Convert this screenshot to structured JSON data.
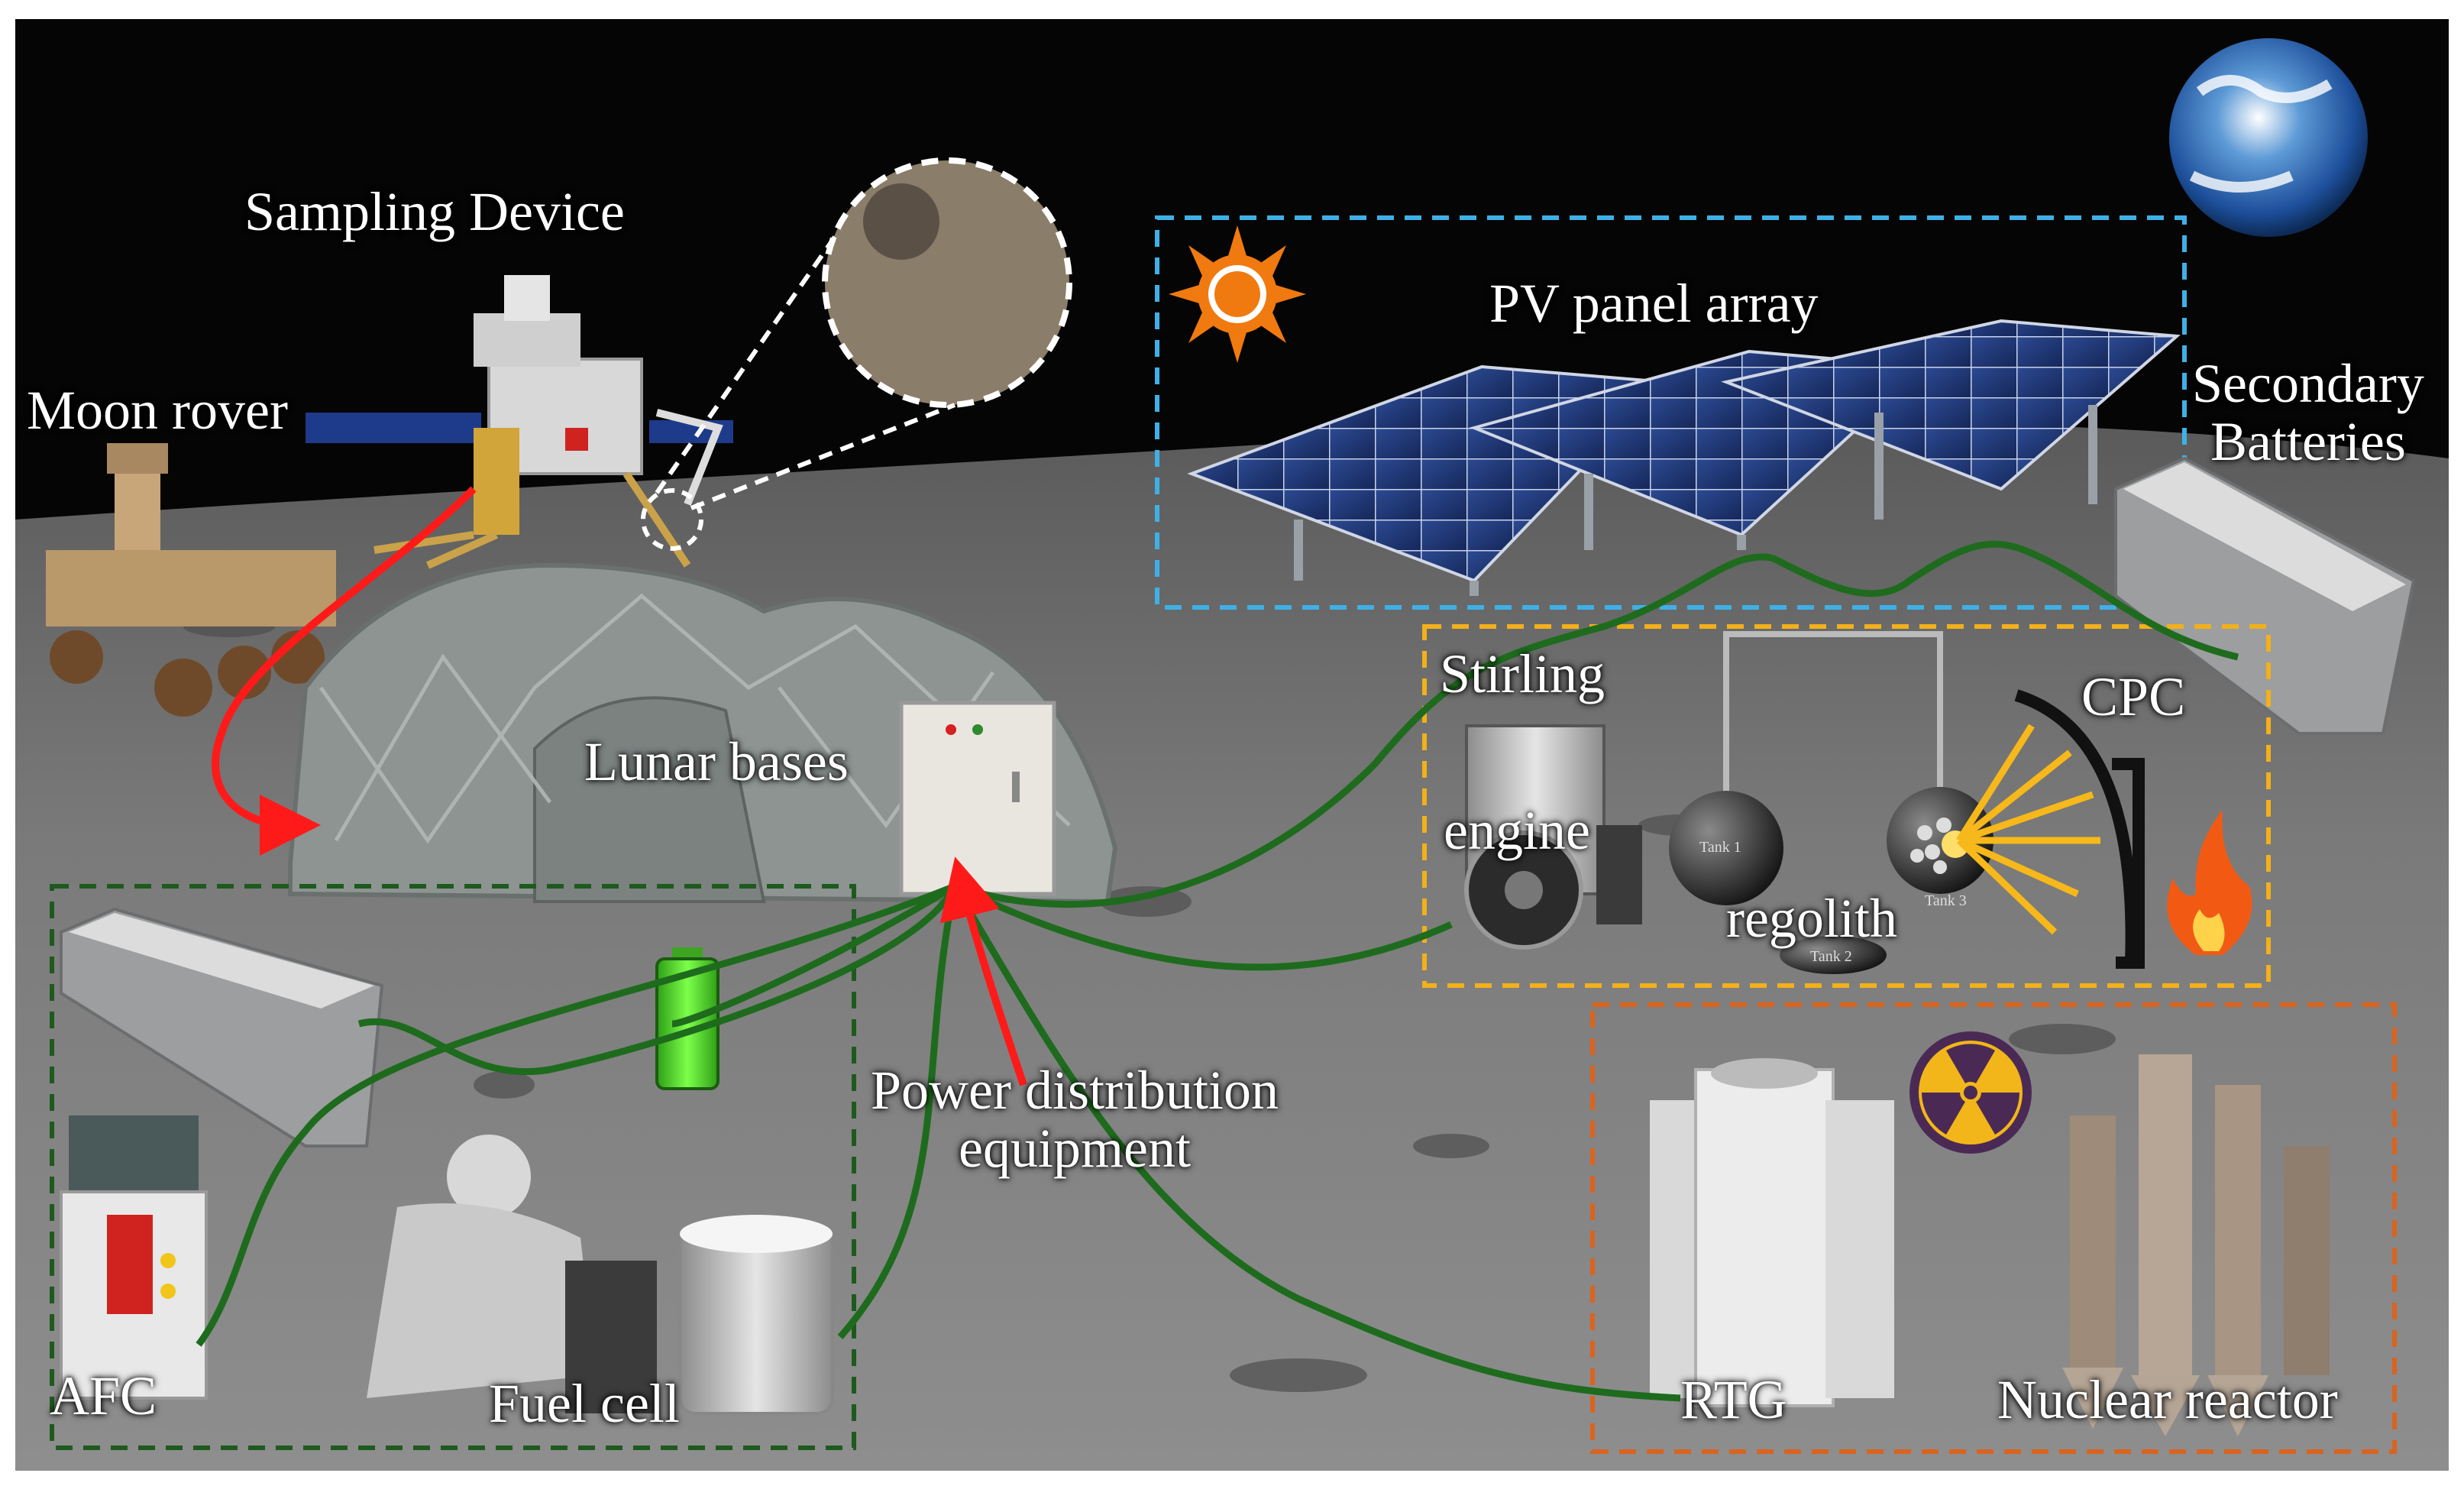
{
  "labels": {
    "sampling_device": "Sampling Device",
    "moon_rover": "Moon rover",
    "pv_panel_array": "PV panel array",
    "secondary_batteries_line1": "Secondary",
    "secondary_batteries_line2": "Batteries",
    "stirling": "Stirling",
    "engine": "engine",
    "cpc": "CPC",
    "lunar_bases": "Lunar bases",
    "regolith": "regolith",
    "tank1": "Tank 1",
    "tank2": "Tank 2",
    "tank3": "Tank 3",
    "power_distribution_line1": "Power distribution",
    "power_distribution_line2": "equipment",
    "afc": "AFC",
    "fuel_cell": "Fuel cell",
    "rtg": "RTG",
    "nuclear_reactor": "Nuclear reactor"
  },
  "colors": {
    "sky": "#000000",
    "ground": "#7d7d7d",
    "cable_green": "#1e6b1e",
    "arrow_red": "#ff1a1a",
    "pv_box": "#3fb0e6",
    "stirling_box": "#f2b01a",
    "nuclear_box": "#d9641e",
    "fuel_box": "#1e5a1e"
  }
}
